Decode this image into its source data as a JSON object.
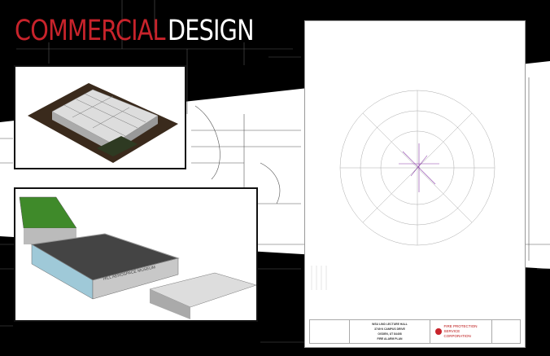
{
  "title": {
    "word1": "COMMERCIAL",
    "word2": "DESIGN"
  },
  "colors": {
    "accent": "#c8232b",
    "background": "#000000"
  },
  "image2": {
    "building_sign": "HILL AEROSPACE MUSEUM"
  },
  "sheet": {
    "project_lines": [
      "WSU LIND LECTURE HALL",
      "3749 N CAMPUS DRIVE",
      "OGDEN, UT 84408",
      "FIRE ALARM PLAN"
    ],
    "company_line1": "FIRE PROTECTION SERVICE",
    "company_line2": "CORPORATION"
  }
}
